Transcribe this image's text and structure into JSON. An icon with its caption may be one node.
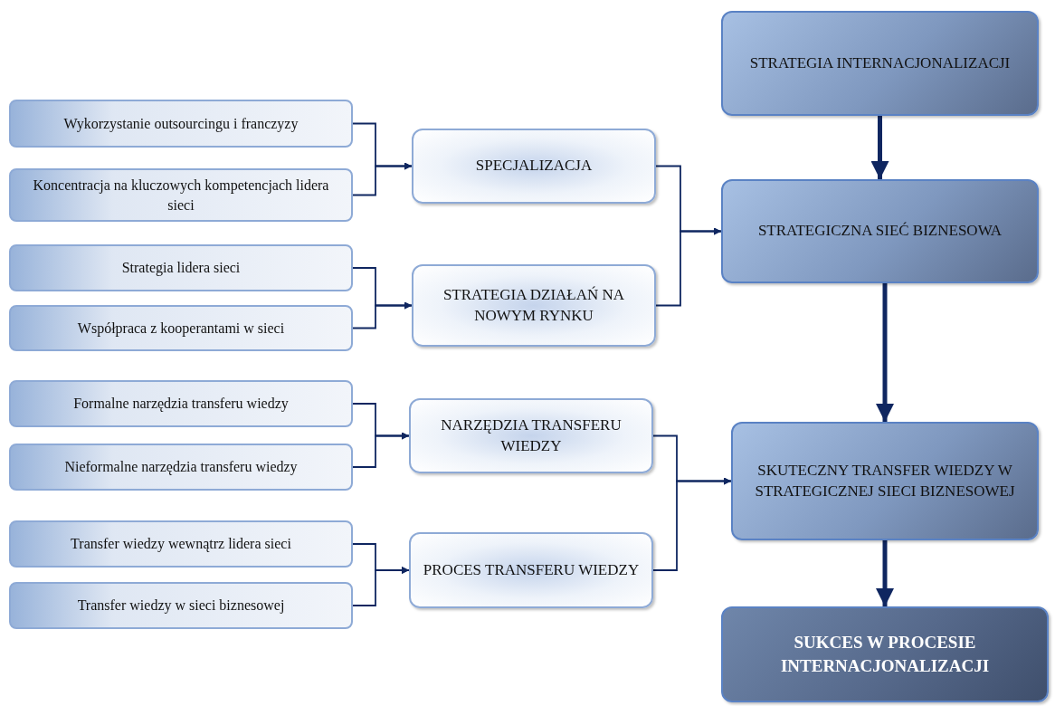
{
  "diagram": {
    "nodes": [
      {
        "text": [
          "STRATEGIA INTERNACJONALIZACJI"
        ]
      },
      {
        "text": [
          "Wykorzystanie outsourcingu i franczyzy"
        ]
      },
      {
        "text": [
          "Koncentracja na kluczowych kompetencjach lidera sieci"
        ]
      },
      {
        "text": [
          "SPECJALIZACJA"
        ]
      },
      {
        "text": [
          "STRATEGICZNA SIEĆ BIZNESOWA"
        ]
      },
      {
        "text": [
          "Strategia lidera sieci"
        ]
      },
      {
        "text": [
          "Współpraca z kooperantami w sieci"
        ]
      },
      {
        "text": [
          "STRATEGIA DZIAŁAŃ NA NOWYM RYNKU"
        ]
      },
      {
        "text": [
          "Formalne narzędzia transferu wiedzy"
        ]
      },
      {
        "text": [
          "Nieformalne narzędzia transferu wiedzy"
        ]
      },
      {
        "text": [
          "NARZĘDZIA TRANSFERU WIEDZY"
        ]
      },
      {
        "text": [
          "SKUTECZNY TRANSFER WIEDZY W STRATEGICZNEJ SIECI BIZNESOWEJ"
        ]
      },
      {
        "text": [
          "Transfer wiedzy wewnątrz lidera sieci"
        ]
      },
      {
        "text": [
          "Transfer wiedzy w sieci biznesowej"
        ]
      },
      {
        "text": [
          "PROCES TRANSFERU WIEDZY"
        ]
      },
      {
        "text": [
          "SUKCES W PROCESIE INTERNACJONALIZACJI"
        ]
      }
    ],
    "edges": [
      {
        "from": 1,
        "to": 3,
        "arrow": "to"
      },
      {
        "from": 2,
        "to": 3,
        "arrow": "to"
      },
      {
        "from": 5,
        "to": 7,
        "arrow": "to"
      },
      {
        "from": 6,
        "to": 7,
        "arrow": "to"
      },
      {
        "from": 3,
        "to": 4,
        "arrow": "to"
      },
      {
        "from": 7,
        "to": 4,
        "arrow": "to"
      },
      {
        "from": 8,
        "to": 10,
        "arrow": "to"
      },
      {
        "from": 9,
        "to": 10,
        "arrow": "to"
      },
      {
        "from": 12,
        "to": 14,
        "arrow": "to"
      },
      {
        "from": 13,
        "to": 14,
        "arrow": "to"
      },
      {
        "from": 10,
        "to": 11,
        "arrow": "to"
      },
      {
        "from": 14,
        "to": 11,
        "arrow": "to"
      },
      {
        "from": 0,
        "to": 4,
        "arrow": "to",
        "style": "thick"
      },
      {
        "from": 4,
        "to": 11,
        "arrow": "to",
        "style": "thick"
      },
      {
        "from": 11,
        "to": 15,
        "arrow": "to",
        "style": "thick"
      }
    ]
  }
}
